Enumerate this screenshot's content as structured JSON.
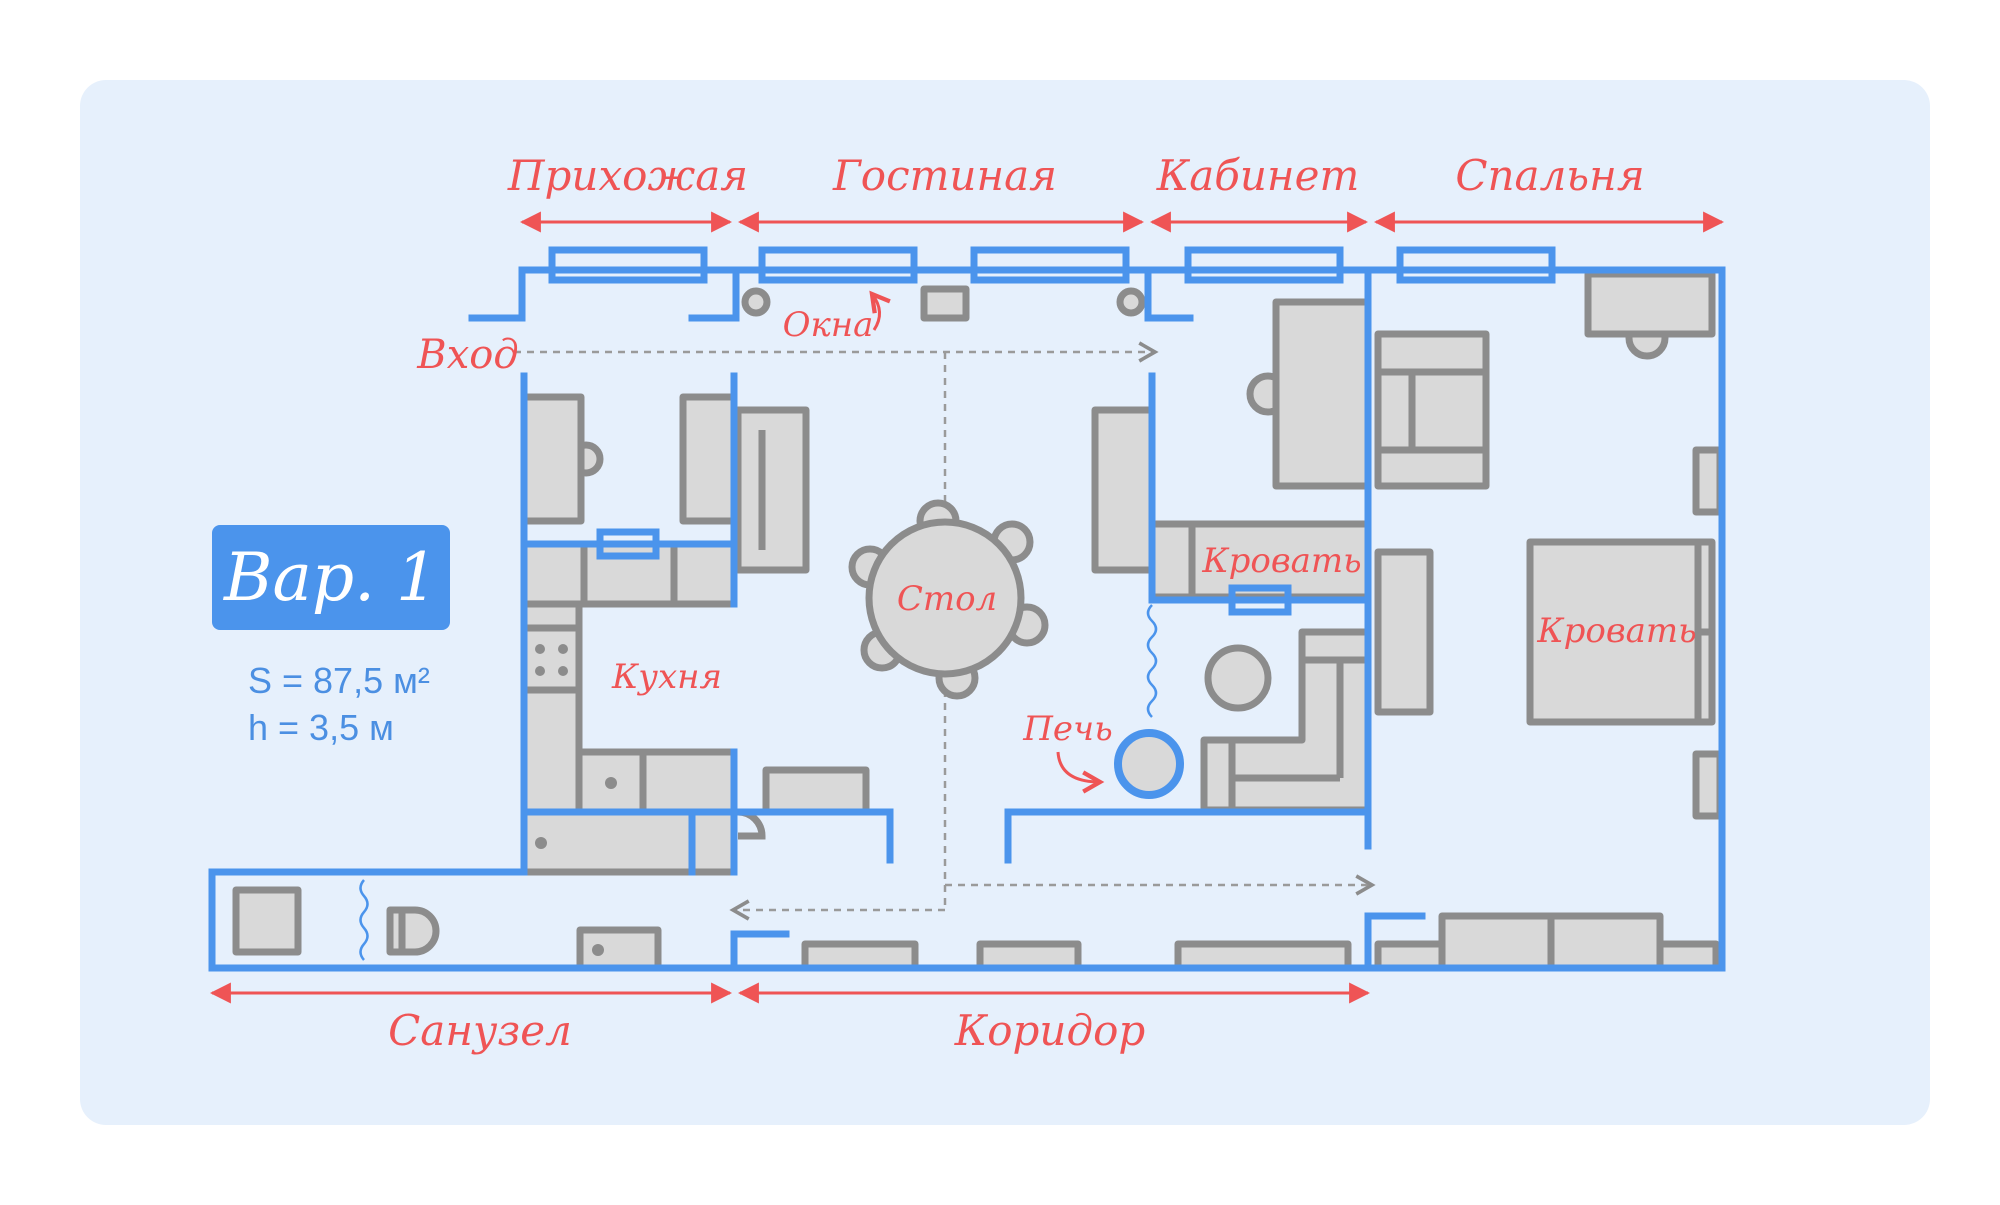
{
  "variant": {
    "label": "Вар. 1",
    "area": "S = 87,5 м²",
    "height": "h = 3,5 м"
  },
  "rooms_top": [
    "Прихожая",
    "Гостиная",
    "Кабинет",
    "Спальня"
  ],
  "rooms_bottom": [
    "Санузел",
    "Коридор"
  ],
  "annotations": {
    "entrance": "Вход",
    "windows": "Окна",
    "stove": "Печь",
    "kitchen": "Кухня",
    "table": "Стол",
    "bed_study": "Кровать",
    "bed_bedroom": "Кровать"
  },
  "colors": {
    "background_panel": "#e6f0fc",
    "wall": "#4b94ec",
    "furniture_fill": "#d9d9d9",
    "furniture_stroke": "#8c8c8c",
    "label": "#ef5455",
    "badge": "#4b94ec"
  }
}
